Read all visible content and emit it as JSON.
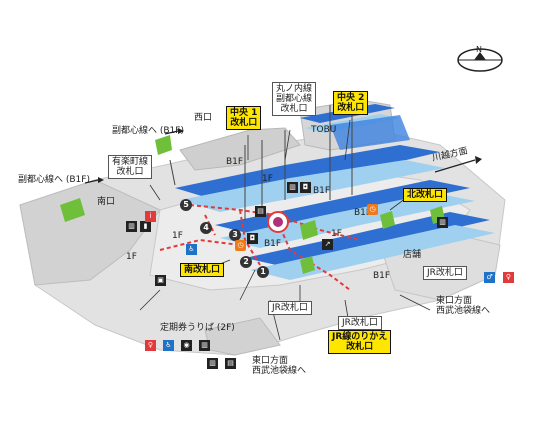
{
  "compass": {
    "letter": "N"
  },
  "direction_labels": {
    "kawagoe": "川越方面",
    "fukutoshin_1": "副都心線へ (B1F)",
    "fukutoshin_2": "副都心線へ (B1F)",
    "higashiguchi_top": "東口方面\n西武池袋線へ",
    "higashiguchi_bottom": "東口方面\n西武池袋線へ",
    "teikiken": "定期券うりば (2F)"
  },
  "place_labels": {
    "nishiguchi": "西口",
    "nanguchi": "南口",
    "tobu": "TOBU",
    "tenpo": "店舗"
  },
  "gates_plain": {
    "yurakucho": "有楽町線\n改札口",
    "marunouchi": "丸ノ内線\n副都心線\n改札口",
    "jr_1": "JR改札口",
    "jr_2": "JR改札口",
    "jr_3": "JR改札口"
  },
  "gates_highlight": {
    "chuo1": "中央 1\n改札口",
    "chuo2": "中央 2\n改札口",
    "kita": "北改札口",
    "minami": "南改札口",
    "jr_norikae": "JR線のりかえ\n改札口"
  },
  "floors": {
    "b1f_a": "B1F",
    "f1_a": "1F",
    "f1_b": "1F",
    "b1f_b": "B1F",
    "b1f_c": "B1F",
    "f1_c": "1F",
    "b1f_d": "B1F",
    "f1_d": "1F",
    "b1f_e": "B1F"
  },
  "exit_numbers": [
    "1",
    "2",
    "3",
    "4",
    "5"
  ],
  "colors": {
    "platform_blue": "#2f6fd1",
    "track_blue": "#9fd0f0",
    "concourse_gray": "#d8d8d8",
    "highlight_yellow": "#ffe600",
    "route_red": "#e23a3a",
    "stair_green": "#6fbf3a"
  }
}
